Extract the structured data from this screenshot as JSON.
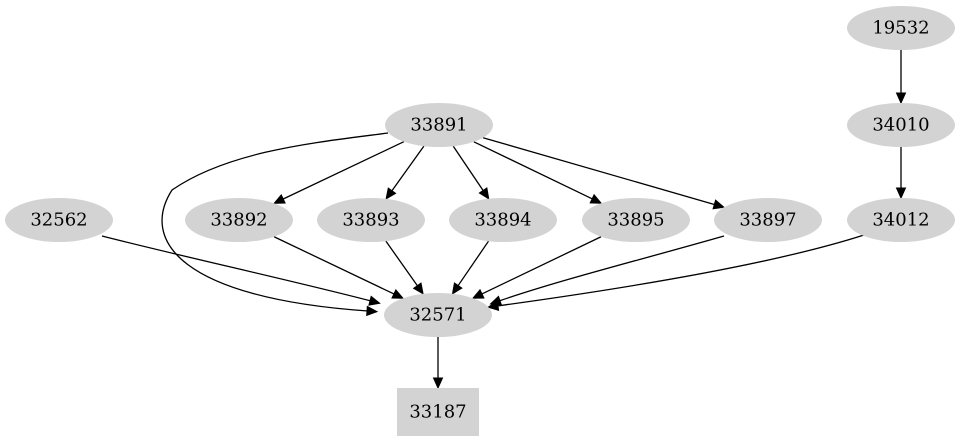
{
  "colors": {
    "background": "#ffffff",
    "node_fill": "#d3d3d3",
    "edge": "#000000",
    "text": "#000000"
  },
  "graph": {
    "nodes": [
      {
        "id": "19532",
        "label": "19532",
        "shape": "ellipse"
      },
      {
        "id": "34010",
        "label": "34010",
        "shape": "ellipse"
      },
      {
        "id": "33891",
        "label": "33891",
        "shape": "ellipse"
      },
      {
        "id": "32562",
        "label": "32562",
        "shape": "ellipse"
      },
      {
        "id": "33892",
        "label": "33892",
        "shape": "ellipse"
      },
      {
        "id": "33893",
        "label": "33893",
        "shape": "ellipse"
      },
      {
        "id": "33894",
        "label": "33894",
        "shape": "ellipse"
      },
      {
        "id": "33895",
        "label": "33895",
        "shape": "ellipse"
      },
      {
        "id": "33897",
        "label": "33897",
        "shape": "ellipse"
      },
      {
        "id": "34012",
        "label": "34012",
        "shape": "ellipse"
      },
      {
        "id": "32571",
        "label": "32571",
        "shape": "ellipse"
      },
      {
        "id": "33187",
        "label": "33187",
        "shape": "box"
      }
    ],
    "edges": [
      {
        "from": "19532",
        "to": "34010"
      },
      {
        "from": "34010",
        "to": "34012"
      },
      {
        "from": "33891",
        "to": "33892"
      },
      {
        "from": "33891",
        "to": "33893"
      },
      {
        "from": "33891",
        "to": "33894"
      },
      {
        "from": "33891",
        "to": "33895"
      },
      {
        "from": "33891",
        "to": "33897"
      },
      {
        "from": "33891",
        "to": "32571"
      },
      {
        "from": "32562",
        "to": "32571"
      },
      {
        "from": "33892",
        "to": "32571"
      },
      {
        "from": "33893",
        "to": "32571"
      },
      {
        "from": "33894",
        "to": "32571"
      },
      {
        "from": "33895",
        "to": "32571"
      },
      {
        "from": "33897",
        "to": "32571"
      },
      {
        "from": "34012",
        "to": "32571"
      },
      {
        "from": "32571",
        "to": "33187"
      }
    ]
  }
}
